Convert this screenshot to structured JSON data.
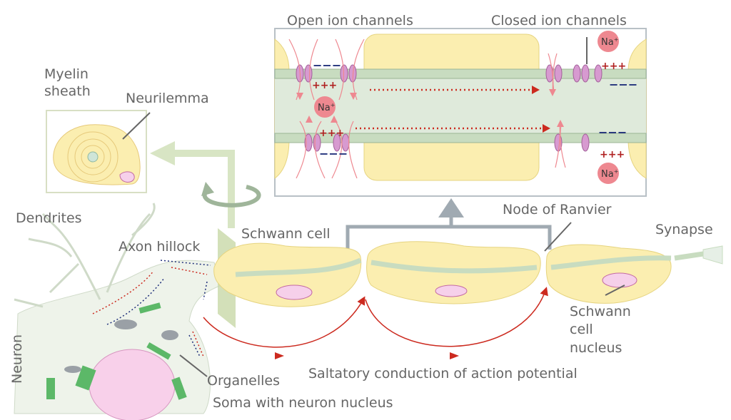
{
  "labels": {
    "open_ion_channels": "Open ion channels",
    "closed_ion_channels": "Closed ion channels",
    "myelin_sheath_line1": "Myelin",
    "myelin_sheath_line2": "sheath",
    "neurilemma": "Neurilemma",
    "dendrites": "Dendrites",
    "axon_hillock": "Axon hillock",
    "schwann_cell": "Schwann cell",
    "node_of_ranvier": "Node of Ranvier",
    "synapse": "Synapse",
    "schwann_nucleus_line1": "Schwann",
    "schwann_nucleus_line2": "cell",
    "schwann_nucleus_line3": "nucleus",
    "neuron": "Neuron",
    "organelles": "Organelles",
    "soma": "Soma with neuron nucleus",
    "saltatory": "Saltatory conduction of action potential"
  },
  "ions": {
    "sodium": "Na",
    "sodium_charge": "+",
    "positive": "+++",
    "negative": "−−−"
  },
  "colors": {
    "myelin": "#fbeeb0",
    "axon": "#dfeadb",
    "membrane": "#c8dcc0",
    "channel": "#d79ad0",
    "sodium": "#ee8890",
    "arrow": "#cc2a1f",
    "frame": "#a0aab2"
  }
}
